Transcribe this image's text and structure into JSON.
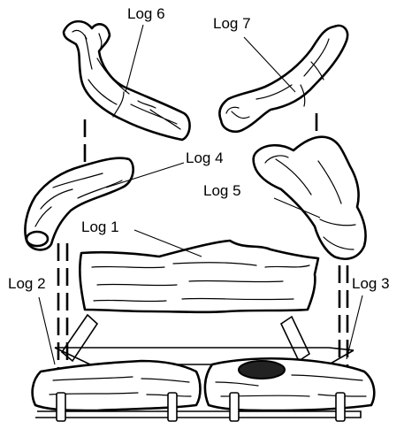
{
  "figure": {
    "labels": {
      "log1": "Log 1",
      "log2": "Log 2",
      "log3": "Log 3",
      "log4": "Log 4",
      "log5": "Log 5",
      "log6": "Log 6",
      "log7": "Log 7"
    },
    "colors": {
      "ink": "#000000",
      "paper": "#ffffff"
    }
  }
}
